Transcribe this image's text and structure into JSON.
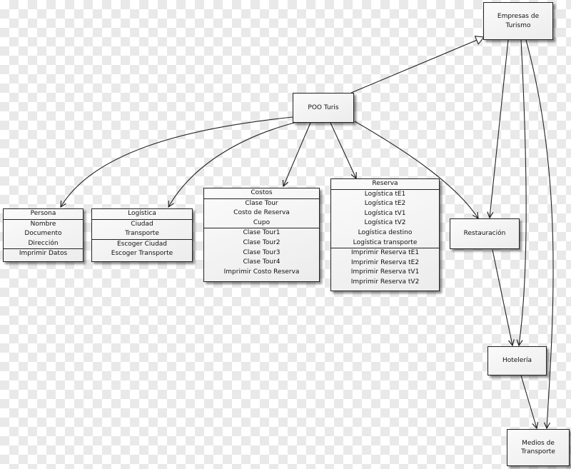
{
  "nodes": {
    "empresas": {
      "label": "Empresas de Turismo"
    },
    "poo": {
      "label": "POO Turis"
    },
    "restauracion": {
      "label": "Restauración"
    },
    "hoteleria": {
      "label": "Hotelería"
    },
    "medios": {
      "label": "Medios de Transporte"
    }
  },
  "classes": {
    "persona": {
      "title": "Persona",
      "attributes": [
        "Nombre",
        "Documento",
        "Dirección"
      ],
      "methods": [
        "Imprimir Datos"
      ]
    },
    "logistica": {
      "title": "Logística",
      "attributes": [
        "Ciudad",
        "Transporte"
      ],
      "methods": [
        "Escoger Ciudad",
        "Escoger Transporte"
      ]
    },
    "costos": {
      "title": "Costos",
      "attributes": [
        "Clase Tour",
        "Costo de Reserva",
        "Cupo"
      ],
      "methods": [
        "Clase Tour1",
        "Clase Tour2",
        "Clase Tour3",
        "Clase Tour4",
        "Imprimir Costo Reserva"
      ]
    },
    "reserva": {
      "title": "Reserva",
      "attributes": [
        "Logística tE1",
        "Logística tE2",
        "Logística tV1",
        "Logística tV2",
        "Logística destino",
        "Logística transporte"
      ],
      "methods": [
        "Imprimir Reserva tE1",
        "Imprimir Reserva tE2",
        "Imprimir Reserva tV1",
        "Imprimir Reserva tV2"
      ]
    }
  }
}
